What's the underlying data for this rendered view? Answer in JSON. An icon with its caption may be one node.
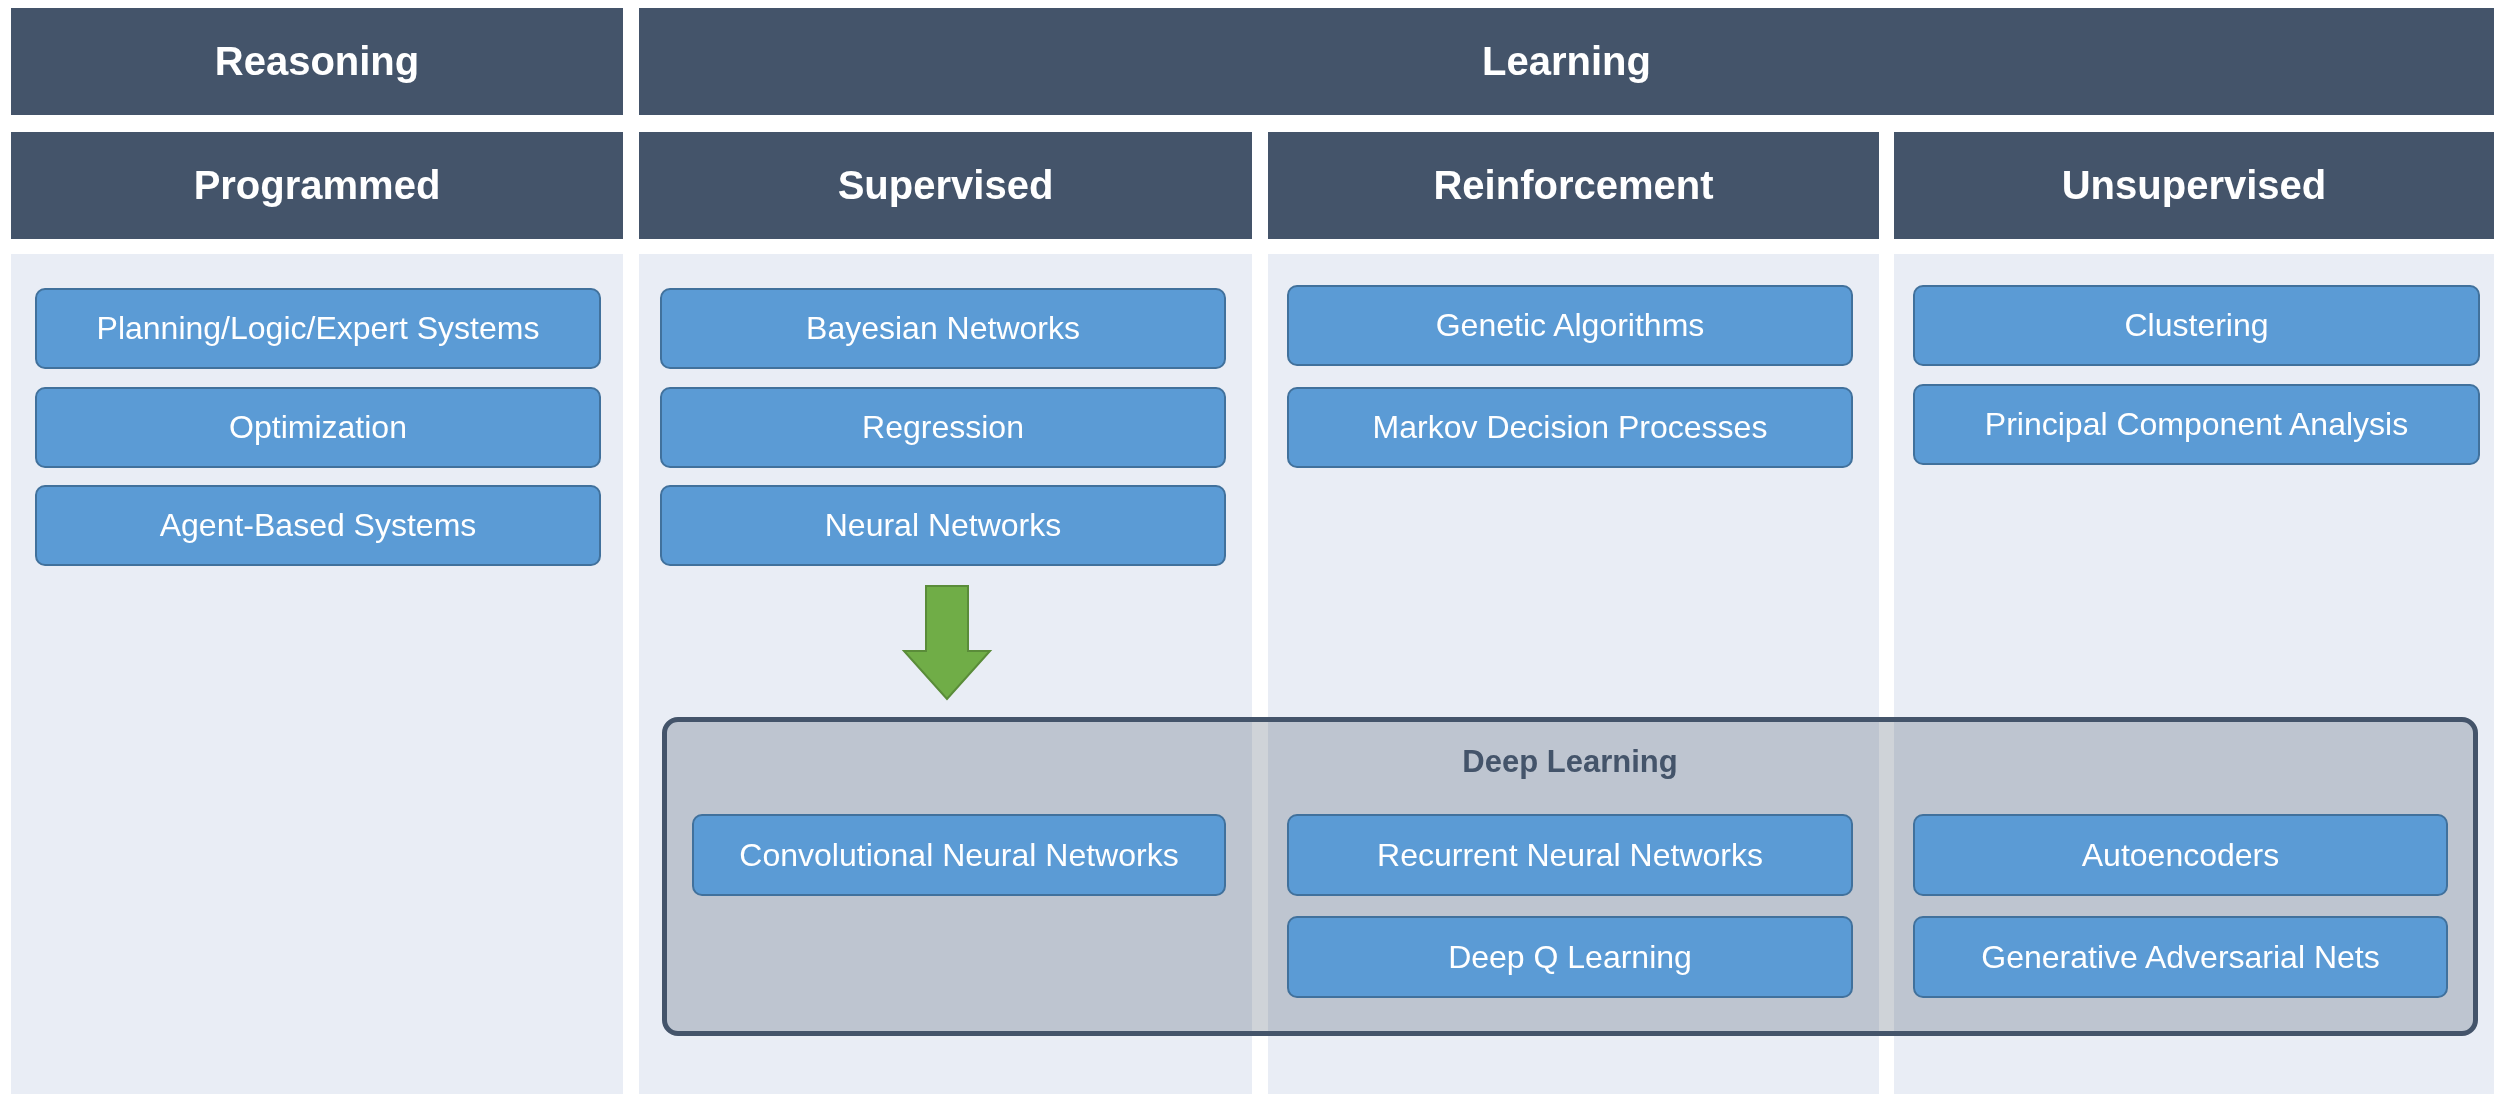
{
  "diagram": {
    "nodes": [
      {
        "text": [
          "Reasoning"
        ]
      },
      {
        "text": [
          "Learning"
        ]
      },
      {
        "text": [
          "Programmed"
        ]
      },
      {
        "text": [
          "Supervised"
        ]
      },
      {
        "text": [
          "Reinforcement"
        ]
      },
      {
        "text": [
          "Unsupervised"
        ]
      },
      {
        "text": [
          "Planning/Logic/Expert Systems"
        ]
      },
      {
        "text": [
          "Optimization"
        ]
      },
      {
        "text": [
          "Agent-Based Systems"
        ]
      },
      {
        "text": [
          "Bayesian Networks"
        ]
      },
      {
        "text": [
          "Regression"
        ]
      },
      {
        "text": [
          "Neural Networks"
        ]
      },
      {
        "text": [
          "Genetic Algorithms"
        ]
      },
      {
        "text": [
          "Markov Decision Processes"
        ]
      },
      {
        "text": [
          "Clustering"
        ]
      },
      {
        "text": [
          "Principal Component Analysis"
        ]
      },
      {
        "text": [
          "Deep Learning"
        ]
      },
      {
        "text": [
          "Convolutional Neural Networks"
        ],
        "in": 16
      },
      {
        "text": [
          "Recurrent Neural Networks"
        ],
        "in": 16
      },
      {
        "text": [
          "Deep Q Learning"
        ],
        "in": 16
      },
      {
        "text": [
          "Autoencoders"
        ],
        "in": 16
      },
      {
        "text": [
          "Generative Adversarial Nets"
        ],
        "in": 16
      }
    ],
    "edges": [
      {
        "from": 11,
        "to": 16,
        "arrow": "to",
        "style": "thick",
        "color": "#70ad47"
      }
    ]
  }
}
